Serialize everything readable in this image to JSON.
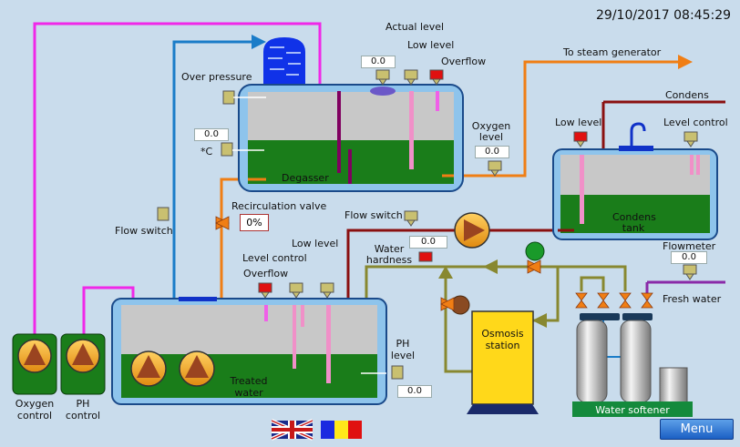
{
  "header": {
    "datetime": "29/10/2017 08:45:29"
  },
  "degasser": {
    "label": "Degasser",
    "actual_level_label": "Actual level",
    "actual_level_value": "0.0",
    "low_level_label": "Low level",
    "overflow_label": "Overflow",
    "over_pressure_label": "Over pressure",
    "temp_value": "0.0",
    "temp_unit": "*C"
  },
  "steam": {
    "label": "To steam generator"
  },
  "condens": {
    "label": "Condens",
    "tank_label_1": "Condens",
    "tank_label_2": "tank",
    "low_level_label": "Low level",
    "level_control_label": "Level control"
  },
  "oxygen_level": {
    "label_1": "Oxygen",
    "label_2": "level",
    "value": "0.0"
  },
  "recirculation": {
    "label": "Recirculation valve",
    "value": "0%"
  },
  "flow_switch_left": {
    "label": "Flow switch"
  },
  "flow_switch_right": {
    "label": "Flow switch"
  },
  "water_hardness": {
    "label_1": "Water",
    "label_2": "hardness",
    "value": "0.0"
  },
  "treated_water": {
    "label_1": "Treated",
    "label_2": "water",
    "level_control_label": "Level control",
    "low_level_label": "Low level",
    "overflow_label": "Overflow"
  },
  "ph_level": {
    "label_1": "PH",
    "label_2": "level",
    "value": "0.0"
  },
  "osmosis": {
    "label_1": "Osmosis",
    "label_2": "station"
  },
  "flowmeter": {
    "label": "Flowmeter",
    "value": "0.0"
  },
  "fresh_water": {
    "label": "Fresh water"
  },
  "water_softener": {
    "label": "Water softener"
  },
  "oxygen_control": {
    "label_1": "Oxygen",
    "label_2": "control"
  },
  "ph_control": {
    "label_1": "PH",
    "label_2": "control"
  },
  "menu": {
    "label": "Menu"
  },
  "colors": {
    "background": "#c9dcec",
    "water": "#1a7d1a",
    "pump": "#f4a21a",
    "pipe_magenta": "#f028e8",
    "pipe_blue": "#1a7cc8",
    "pipe_orange": "#f07e14",
    "pipe_olive": "#888830",
    "pipe_darkred": "#8a1010",
    "osmosis_station": "#ffd81a"
  }
}
